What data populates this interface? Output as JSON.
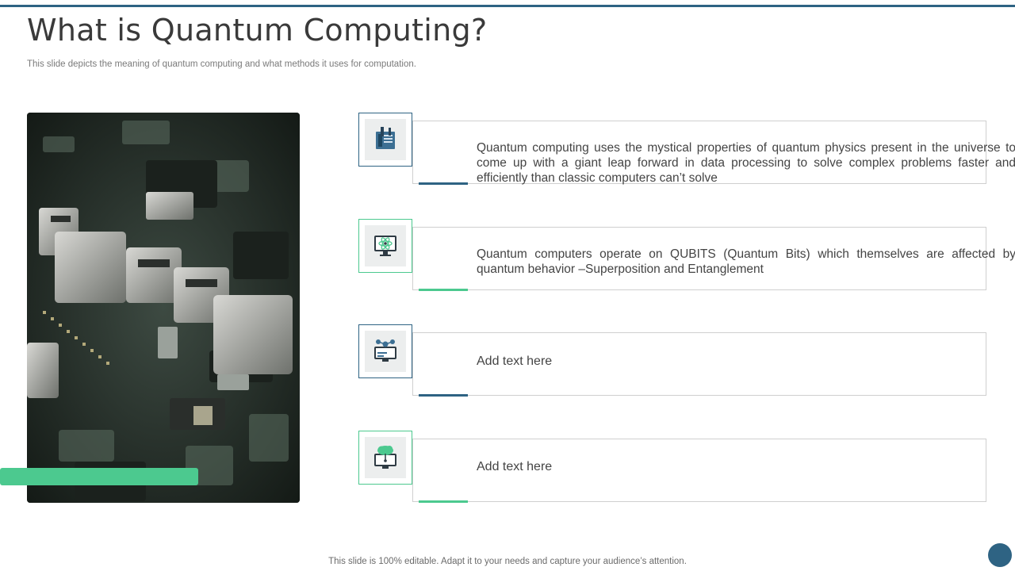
{
  "header": {
    "title": "What is Quantum Computing?",
    "subtitle": "This slide depicts the meaning of quantum computing and what methods it uses for computation."
  },
  "image": {
    "description_icon": "circuit-board-photo"
  },
  "items": [
    {
      "icon": "document-tools-icon",
      "accent": "#2e6383",
      "text": "Quantum computing uses the mystical properties of quantum physics present in the universe to come up with a giant leap forward in data processing to solve complex problems faster and efficiently than classic computers can’t solve"
    },
    {
      "icon": "monitor-atom-icon",
      "accent": "#4cc98f",
      "text": "Quantum computers operate on QUBITS (Quantum Bits) which themselves are affected by quantum behavior –Superposition and Entanglement"
    },
    {
      "icon": "monitor-network-icon",
      "accent": "#2e6383",
      "text": "Add text here"
    },
    {
      "icon": "monitor-cloud-icon",
      "accent": "#4cc98f",
      "text": "Add text here"
    }
  ],
  "footer": {
    "text": "This slide is 100% editable. Adapt it to your needs and capture your audience’s attention."
  },
  "colors": {
    "primary": "#2e6383",
    "accent": "#4cc98f"
  }
}
